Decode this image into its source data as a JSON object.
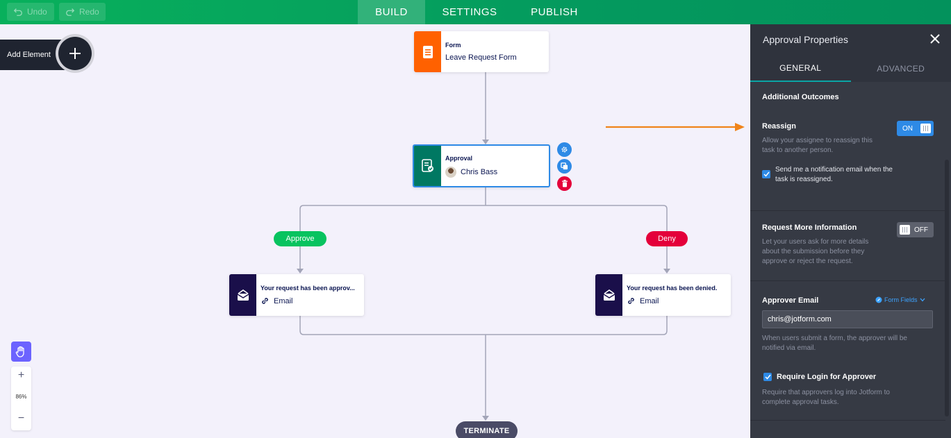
{
  "topbar": {
    "undo_label": "Undo",
    "redo_label": "Redo",
    "tabs": [
      {
        "label": "BUILD",
        "active": true
      },
      {
        "label": "SETTINGS",
        "active": false
      },
      {
        "label": "PUBLISH",
        "active": false
      }
    ]
  },
  "canvas": {
    "add_element_label": "Add Element",
    "nodes": {
      "form": {
        "type": "Form",
        "name": "Leave Request Form",
        "icon": "form-doc-icon",
        "color": "#ff6100"
      },
      "approval": {
        "type": "Approval",
        "assignee": "Chris Bass",
        "icon": "approval-doc-icon",
        "color": "#007862"
      },
      "email_approve": {
        "title": "Your request has been approv...",
        "subtitle": "Email",
        "icon": "envelope-icon",
        "color": "#1a0f4a"
      },
      "email_deny": {
        "title": "Your request has been denied.",
        "subtitle": "Email",
        "icon": "envelope-icon",
        "color": "#1a0f4a"
      }
    },
    "branches": {
      "approve_label": "Approve",
      "approve_color": "#08c35f",
      "deny_label": "Deny",
      "deny_color": "#e4003a"
    },
    "terminate_label": "TERMINATE",
    "zoom": {
      "level": "86%",
      "plus": "+",
      "minus": "−"
    }
  },
  "panel": {
    "title": "Approval Properties",
    "tabs": [
      {
        "label": "GENERAL",
        "active": true
      },
      {
        "label": "ADVANCED",
        "active": false
      }
    ],
    "additional_outcomes": "Additional Outcomes",
    "reassign": {
      "title": "Reassign",
      "description_1": "Allow your assignee to reassign this",
      "description_2": "task to another person.",
      "toggle": "ON",
      "checkbox_1": "Send me a notification email when the",
      "checkbox_2": "task is reassigned."
    },
    "request_more": {
      "title": "Request More Information",
      "description_1": "Let your users ask for more details",
      "description_2": "about the submission before they",
      "description_3": "approve or reject the request.",
      "toggle": "OFF"
    },
    "approver_email": {
      "title": "Approver Email",
      "form_fields": "Form Fields",
      "value": "chris@jotform.com",
      "description_1": "When users submit a form, the approver will be",
      "description_2": "notified via email."
    },
    "require_login": {
      "title": "Require Login for Approver",
      "description_1": "Require that approvers log into Jotform to",
      "description_2": "complete approval tasks."
    }
  }
}
